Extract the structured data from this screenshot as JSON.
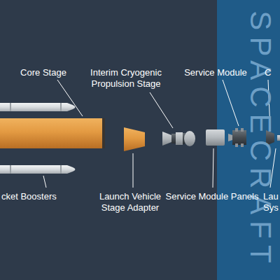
{
  "diagram": {
    "labels": [
      "Core Stage",
      "Interim Cryogenic Propulsion Stage",
      "Service Module",
      "C",
      "SPACECRAFT",
      "cket Boosters",
      "Launch Vehicle Stage Adapter",
      "Service Module Panels",
      "Lau",
      "Sys"
    ]
  }
}
